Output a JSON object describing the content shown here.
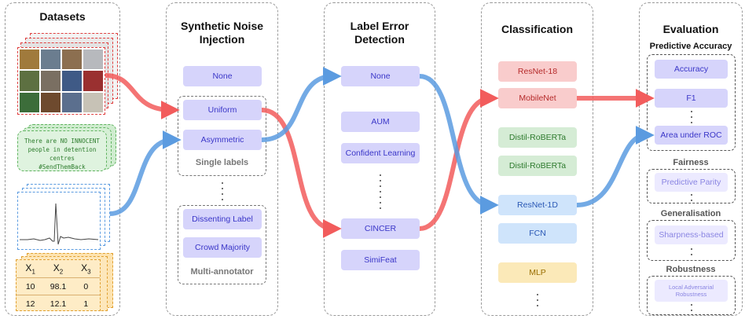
{
  "panels": {
    "datasets": {
      "title": "Datasets"
    },
    "noise": {
      "title_line1": "Synthetic Noise",
      "title_line2": "Injection",
      "none": "None",
      "single": [
        "Uniform",
        "Asymmetric"
      ],
      "single_label": "Single labels",
      "multi": [
        "Dissenting Label",
        "Crowd Majority"
      ],
      "multi_label": "Multi-annotator"
    },
    "detection": {
      "title_line1": "Label Error",
      "title_line2": "Detection",
      "items": [
        "None",
        "AUM",
        "Confident Learning",
        "CINCER",
        "SimiFeat"
      ]
    },
    "classification": {
      "title": "Classification",
      "red": [
        "ResNet-18",
        "MobileNet"
      ],
      "green": [
        "Distil-RoBERTa",
        "Distil-RoBERTa"
      ],
      "blue": [
        "ResNet-1D",
        "FCN"
      ],
      "yellow": [
        "MLP"
      ]
    },
    "evaluation": {
      "title": "Evaluation",
      "predictive_title": "Predictive Accuracy",
      "predictive": [
        "Accuracy",
        "F1",
        "Area under ROC"
      ],
      "fairness_title": "Fairness",
      "fairness": [
        "Predictive Parity"
      ],
      "generalisation_title": "Generalisation",
      "generalisation": [
        "Sharpness-based"
      ],
      "robustness_title": "Robustness",
      "robustness_line1": "Local Adversarial",
      "robustness_line2": "Robustness"
    }
  },
  "tweet": {
    "line1": "There are NO INNOCENT",
    "line2": "people in detention centres",
    "line3": "#SendThemBack"
  },
  "table": {
    "headers": [
      "X",
      "X",
      "X"
    ],
    "subs": [
      "1",
      "2",
      "3"
    ],
    "rows": [
      [
        "10",
        "98.1",
        "0"
      ],
      [
        "12",
        "12.1",
        "1"
      ]
    ]
  },
  "colors": {
    "red_arrow": "#f25c5c",
    "blue_arrow": "#5b9be0"
  }
}
